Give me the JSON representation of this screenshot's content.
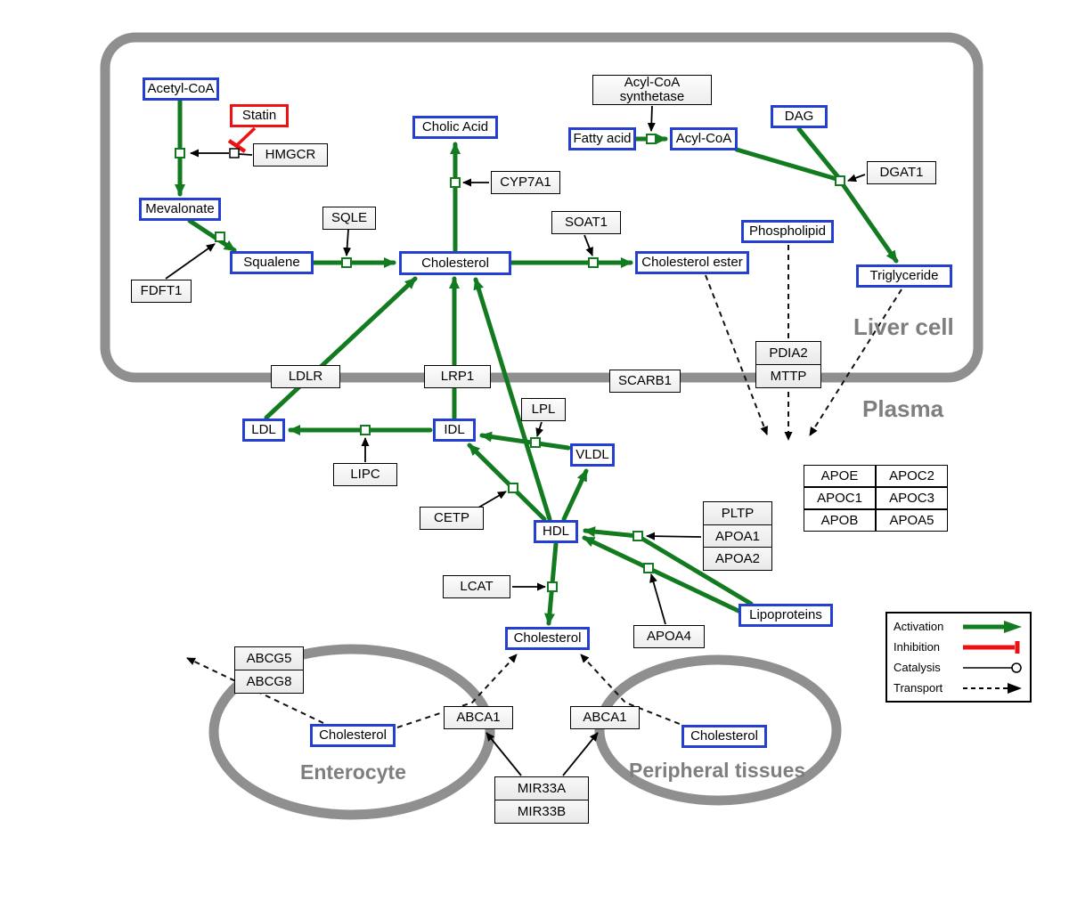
{
  "regions": {
    "liver": "Liver cell",
    "plasma": "Plasma",
    "enterocyte": "Enterocyte",
    "peripheral": "Peripheral tissues"
  },
  "metabolites": {
    "acetyl_coa": "Acetyl-CoA",
    "mevalonate": "Mevalonate",
    "squalene": "Squalene",
    "cholesterol_liver": "Cholesterol",
    "cholic_acid": "Cholic Acid",
    "fatty_acid": "Fatty acid",
    "acyl_coa": "Acyl-CoA",
    "dag": "DAG",
    "phospholipid": "Phospholipid",
    "triglyceride": "Triglyceride",
    "cholesterol_ester": "Cholesterol ester",
    "ldl": "LDL",
    "idl": "IDL",
    "vldl": "VLDL",
    "hdl": "HDL",
    "cholesterol_plasma": "Cholesterol",
    "lipoproteins": "Lipoproteins",
    "cholesterol_enterocyte": "Cholesterol",
    "cholesterol_peripheral": "Cholesterol"
  },
  "inhibitors": {
    "statin": "Statin"
  },
  "enzymes": {
    "hmgcr": "HMGCR",
    "fdft1": "FDFT1",
    "sqle": "SQLE",
    "cyp7a1": "CYP7A1",
    "soat1": "SOAT1",
    "acyl_coa_synthetase": "Acyl-CoA synthetase",
    "dgat1": "DGAT1",
    "ldlr": "LDLR",
    "lrp1": "LRP1",
    "scarb1": "SCARB1",
    "lpl": "LPL",
    "lipc": "LIPC",
    "cetp": "CETP",
    "lcat": "LCAT",
    "apoa4": "APOA4",
    "pdia2": "PDIA2",
    "mttp": "MTTP",
    "pltp": "PLTP",
    "apoa1": "APOA1",
    "apoa2": "APOA2",
    "abcg5": "ABCG5",
    "abcg8": "ABCG8",
    "abca1_left": "ABCA1",
    "abca1_right": "ABCA1",
    "mir33a": "MIR33A",
    "mir33b": "MIR33B"
  },
  "apo_table": {
    "rows": [
      [
        "APOE",
        "APOC2"
      ],
      [
        "APOC1",
        "APOC3"
      ],
      [
        "APOB",
        "APOA5"
      ]
    ]
  },
  "legend": {
    "activation": "Activation",
    "inhibition": "Inhibition",
    "catalysis": "Catalysis",
    "transport": "Transport"
  },
  "colors": {
    "activation_green": "#137b1f",
    "inhibition_red": "#ee1111",
    "metabolite_border_blue": "#2540d0",
    "region_gray": "#8f8f8f"
  }
}
